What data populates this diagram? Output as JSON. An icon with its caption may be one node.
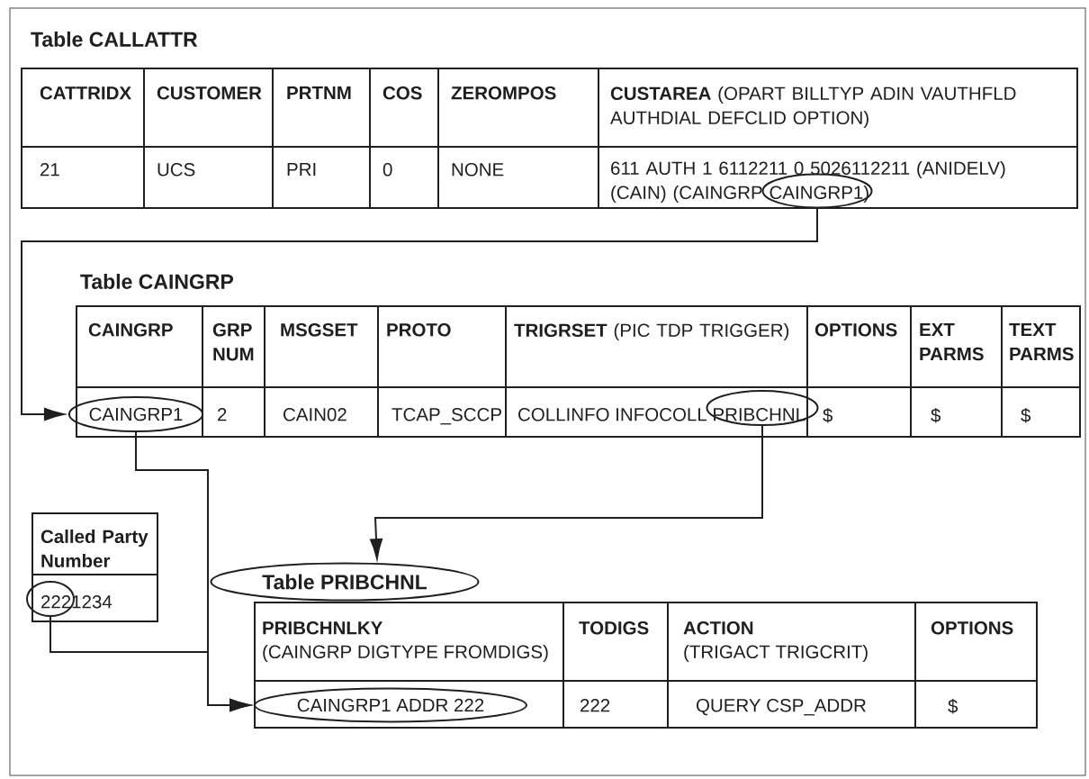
{
  "diagram": {
    "nodes": [
      {
        "text": [],
        "shape": "ellipse"
      },
      {
        "text": [
          "CAINGRP1"
        ]
      },
      {
        "text": [],
        "shape": "ellipse"
      },
      {
        "text": [
          "Table PRIBCHNL"
        ]
      },
      {
        "text": [],
        "shape": "ellipse"
      },
      {
        "text": [
          "CAINGRP1 ADDR 222"
        ]
      }
    ],
    "edges": [
      {
        "from": 0,
        "to": 1,
        "arrow": "to"
      },
      {
        "from": 2,
        "to": 3,
        "arrow": "to"
      },
      {
        "from": 1,
        "to": 5,
        "arrow": "to"
      },
      {
        "from": 4,
        "to": 5,
        "arrow": "to"
      }
    ],
    "labels": [
      "Table CALLATTR",
      "CATTRIDX",
      "CUSTOMER",
      "PRTNM",
      "COS",
      "ZEROMPOS",
      "**CUSTAREA** (OPART BILLTYP ADIN VAUTHFLD AUTHDIAL DEFCLID OPTION)",
      "21",
      "UCS",
      "PRI",
      "0",
      "NONE",
      "611 AUTH 1 6112211 0 5026112211 (ANIDELV) (CAIN) (CAINGRP CAINGRP1)",
      "Table CAINGRP",
      "CAINGRP",
      "GRP NUM",
      "MSGSET",
      "PROTO",
      "**TRIGRSET** (PIC TDP TRIGGER)",
      "OPTIONS",
      "EXT PARMS",
      "TEXT PARMS",
      "2",
      "CAIN02",
      "TCAP_SCCP",
      "COLLINFO INFOCOLL PRIBCHNL",
      "$",
      "$",
      "$",
      "Called Party Number",
      "2221234",
      "PRIBCHNLKY",
      "(CAINGRP DIGTYPE FROMDIGS)",
      "TODIGS",
      "ACTION",
      "(TRIGACT TRIGCRIT)",
      "OPTIONS",
      "222",
      "QUERY CSP_ADDR",
      "$"
    ]
  }
}
